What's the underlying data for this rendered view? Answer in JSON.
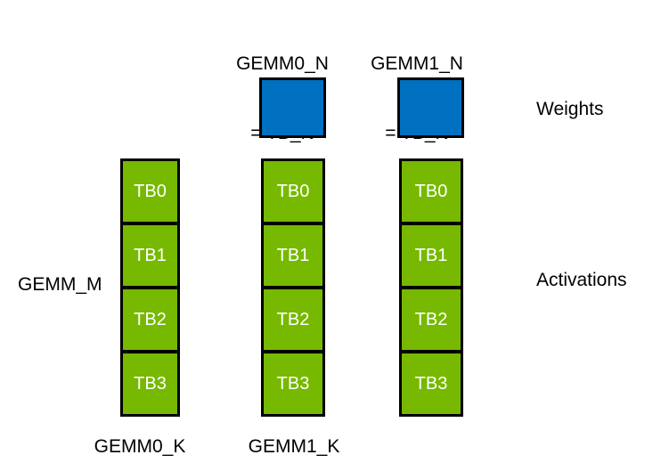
{
  "diagram": {
    "header_labels": [
      {
        "line1": "GEMM0_N",
        "line2": "= TB_N"
      },
      {
        "line1": "GEMM1_N",
        "line2": "= TB_N"
      }
    ],
    "weights_label": "Weights",
    "activations_label": "Activations",
    "gemm_m_label": "GEMM_M",
    "k_labels": [
      "GEMM0_K",
      "GEMM1_K"
    ],
    "columns": [
      {
        "blocks": [
          "TB0",
          "TB1",
          "TB2",
          "TB3"
        ]
      },
      {
        "blocks": [
          "TB0",
          "TB1",
          "TB2",
          "TB3"
        ]
      },
      {
        "blocks": [
          "TB0",
          "TB1",
          "TB2",
          "TB3"
        ]
      }
    ],
    "colors": {
      "weights_fill": "#0070C0",
      "activations_fill": "#76B900",
      "border": "#000000",
      "label_text": "#000000",
      "block_text": "#FFFFFF",
      "background": "#FFFFFF"
    }
  }
}
